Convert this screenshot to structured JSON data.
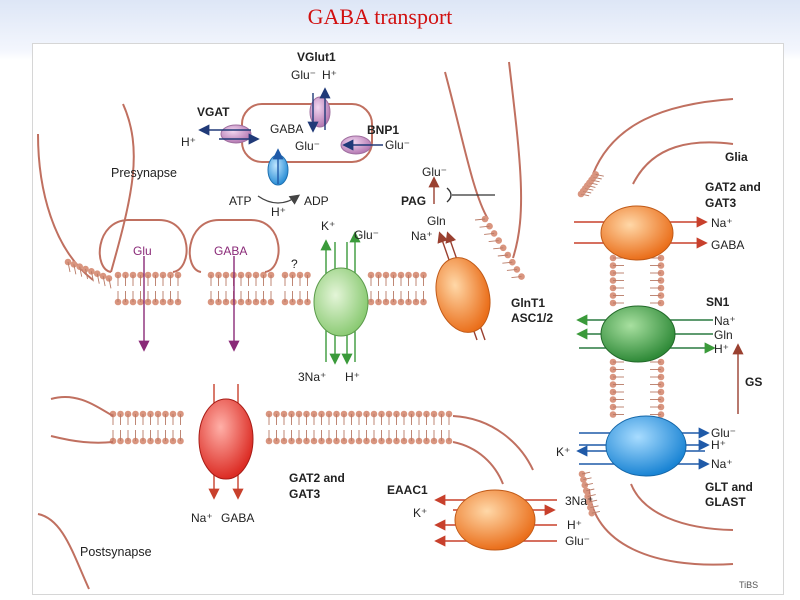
{
  "slide": {
    "title": "GABA transport"
  },
  "regions": {
    "presynapse": "Presynapse",
    "postsynapse": "Postsynapse",
    "glia": "Glia"
  },
  "vesicle": {
    "vglut1": {
      "name": "VGlut1",
      "glu": "Glu⁻",
      "h": "H⁺"
    },
    "vgat": {
      "name": "VGAT",
      "h": "H⁺",
      "gaba": "GABA"
    },
    "bnp1": {
      "name": "BNP1",
      "glu": "Glu⁻",
      "glu_inside": "Glu⁻"
    },
    "pump": {
      "atp": "ATP",
      "adp": "ADP",
      "h": "H⁺"
    }
  },
  "release": {
    "glu": "Glu",
    "gaba": "GABA",
    "unknown": "?"
  },
  "green_transporter": {
    "k": "K⁺",
    "glu": "Glu⁻",
    "na": "3Na⁺",
    "h": "H⁺"
  },
  "pag": {
    "name": "PAG",
    "glu": "Glu⁻",
    "gln": "Gln",
    "na": "Na⁺"
  },
  "glnt1": {
    "line1": "GlnT1",
    "line2": "ASC1/2"
  },
  "post_gat": {
    "line1": "GAT2 and",
    "line2": "GAT3",
    "na": "Na⁺",
    "gaba": "GABA"
  },
  "eaac1": {
    "name": "EAAC1",
    "k": "K⁺",
    "na": "3Na⁺",
    "h": "H⁺",
    "glu": "Glu⁻"
  },
  "glia_gat": {
    "line1": "GAT2 and",
    "line2": "GAT3",
    "na": "Na⁺",
    "gaba": "GABA"
  },
  "sn1": {
    "name": "SN1",
    "na": "Na⁺",
    "gln": "Gln",
    "h": "H⁺"
  },
  "gs": {
    "name": "GS"
  },
  "glt": {
    "line1": "GLT and",
    "line2": "GLAST",
    "k": "K⁺",
    "glu": "Glu⁻",
    "h": "H⁺",
    "na": "Na⁺"
  },
  "credit": "TiBS",
  "colors": {
    "title": "#d11010",
    "membrane": "#d9957f",
    "vesicle_transporter": "#c88bc6",
    "pump": "#3fa0e0",
    "green": "#98d484",
    "orange": "#f07a22",
    "red": "#e23a30",
    "sn1_green": "#3e9a44",
    "blue": "#1f90dc",
    "arrow_red": "#c8402c",
    "arrow_purple": "#8a2a78",
    "arrow_green": "#3a9a3a",
    "arrow_blue": "#1f5aa8",
    "arrow_navy": "#203a78"
  }
}
